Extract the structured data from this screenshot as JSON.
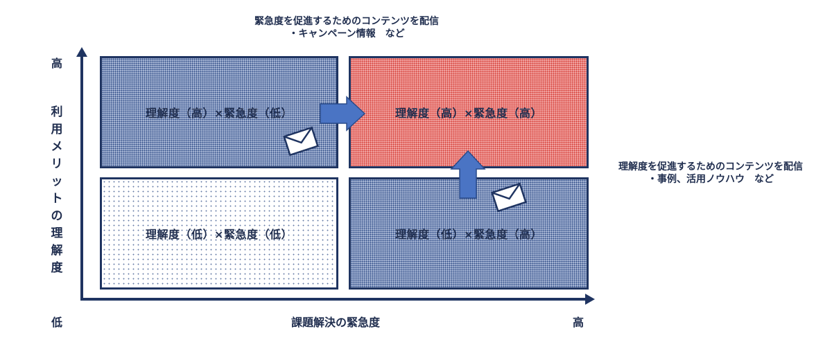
{
  "top_caption": {
    "line1": "緊急度を促進するためのコンテンツを配信",
    "line2": "・キャンペーン情報　など"
  },
  "right_caption": {
    "line1": "理解度を促進するためのコンテンツを配信",
    "line2": "・事例、活用ノウハウ　など"
  },
  "y_axis": {
    "title": "利用メリットの理解度",
    "high": "高",
    "low": "低"
  },
  "x_axis": {
    "title": "課題解決の緊急度",
    "high": "高"
  },
  "quadrants": {
    "top_left": "理解度（高）×緊急度（低）",
    "top_right": "理解度（高）×緊急度（高）",
    "bottom_left": "理解度（低）×緊急度（低）",
    "bottom_right": "理解度（低）×緊急度（高）"
  },
  "colors": {
    "axis": "#1f3461",
    "arrow_fill": "#4a74c4",
    "highlight": "#e0504a",
    "quadrant_blue": "#a9b8d6"
  },
  "icons": [
    "envelope-icon",
    "arrow-right-icon",
    "arrow-up-icon"
  ]
}
